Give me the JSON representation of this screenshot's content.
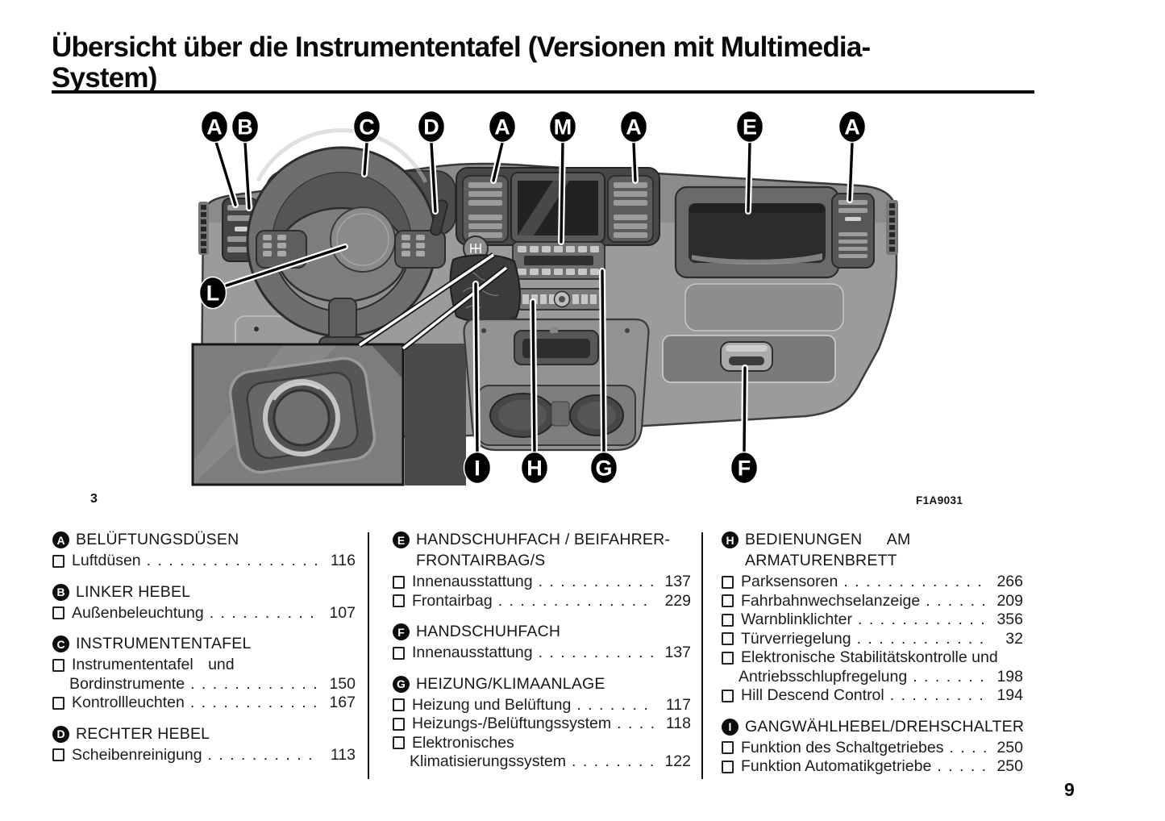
{
  "page": {
    "title_line1": "Übersicht über die Instrumententafel (Versionen mit Multimedia-",
    "title_line2": "System)",
    "page_number": "9"
  },
  "figure": {
    "number": "3",
    "code": "F1A9031",
    "callouts": [
      "A",
      "B",
      "C",
      "D",
      "A",
      "M",
      "A",
      "E",
      "A",
      "L",
      "I",
      "H",
      "G",
      "F"
    ]
  },
  "legend": {
    "leader_dots": ". . . . . . . . . . . . . . . . . . . . . . . . . . . . . . . . . . . .",
    "columns": [
      {
        "sections": [
          {
            "letter": "A",
            "title": "BELÜFTUNGSDÜSEN",
            "items": [
              {
                "label": "Luftdüsen",
                "page": "116"
              }
            ]
          },
          {
            "letter": "B",
            "title": "LINKER HEBEL",
            "items": [
              {
                "label": "Außenbeleuchtung",
                "page": "107"
              }
            ]
          },
          {
            "letter": "C",
            "title": "INSTRUMENTENTAFEL",
            "items": [
              {
                "label": "Instrumententafel und",
                "cont": "Bordinstrumente",
                "page": "150",
                "wide": true
              },
              {
                "label": "Kontrollleuchten",
                "page": "167"
              }
            ]
          },
          {
            "letter": "D",
            "title": "RECHTER HEBEL",
            "items": [
              {
                "label": "Scheibenreinigung",
                "page": "113"
              }
            ]
          }
        ]
      },
      {
        "sections": [
          {
            "letter": "E",
            "title": "HANDSCHUHFACH / BEIFAHRER-",
            "title2": "FRONTAIRBAG/S",
            "items": [
              {
                "label": "Innenausstattung",
                "page": "137"
              },
              {
                "label": "Frontairbag",
                "page": "229"
              }
            ]
          },
          {
            "letter": "F",
            "title": "HANDSCHUHFACH",
            "items": [
              {
                "label": "Innenausstattung",
                "page": "137"
              }
            ]
          },
          {
            "letter": "G",
            "title": "HEIZUNG/KLIMAANLAGE",
            "items": [
              {
                "label": "Heizung und Belüftung",
                "page": "117"
              },
              {
                "label": "Heizungs-/Belüftungssystem",
                "page": "118"
              },
              {
                "label": "Elektronisches",
                "cont": "Klimatisierungssystem",
                "page": "122"
              }
            ]
          }
        ]
      },
      {
        "sections": [
          {
            "letter": "H",
            "title": "BEDIENUNGEN AM",
            "title2": "ARMATURENBRETT",
            "wide": true,
            "items": [
              {
                "label": "Parksensoren",
                "page": "266"
              },
              {
                "label": "Fahrbahnwechselanzeige",
                "page": "209"
              },
              {
                "label": "Warnblinklichter",
                "page": "356"
              },
              {
                "label": "Türverriegelung",
                "page": "32"
              },
              {
                "label": "Elektronische Stabilitätskontrolle und",
                "cont": "Antriebsschlupfregelung",
                "page": "198"
              },
              {
                "label": "Hill Descend Control",
                "page": "194"
              }
            ]
          },
          {
            "letter": "I",
            "title": "GANGWÄHLHEBEL/DREHSCHALTER",
            "items": [
              {
                "label": "Funktion des Schaltgetriebes",
                "page": "250"
              },
              {
                "label": "Funktion Automatikgetriebe",
                "page": "250"
              }
            ]
          }
        ]
      }
    ]
  }
}
